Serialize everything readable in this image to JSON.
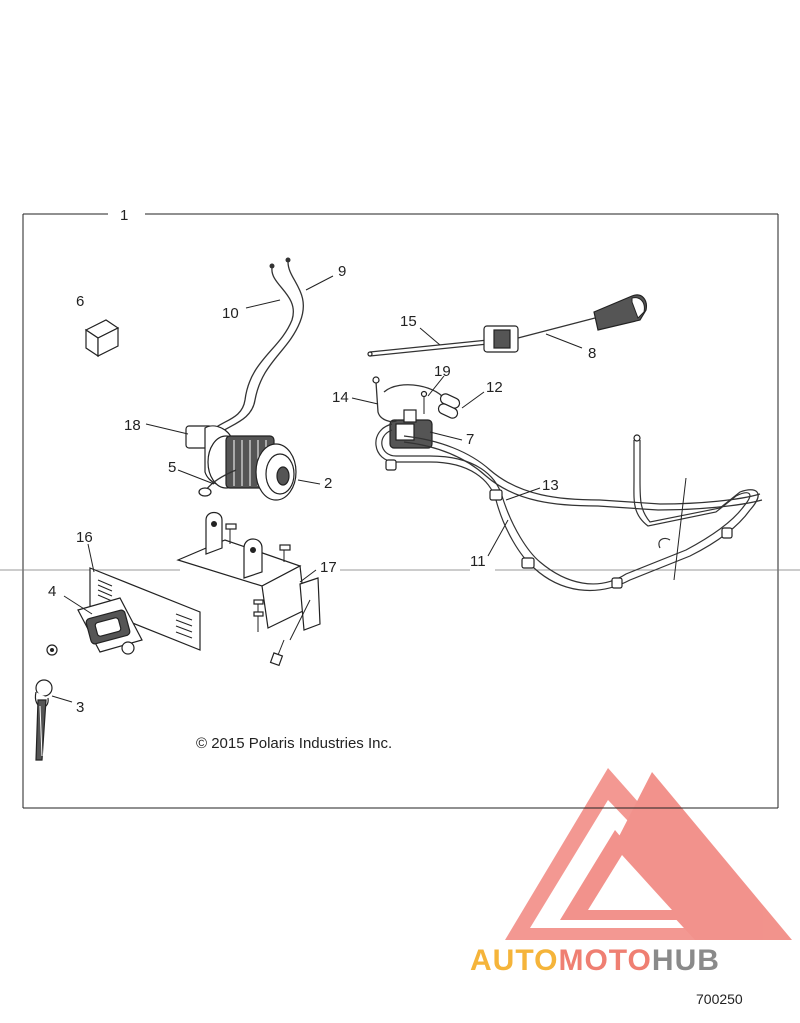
{
  "callouts": [
    {
      "id": "1",
      "label": "1"
    },
    {
      "id": "2",
      "label": "2"
    },
    {
      "id": "3",
      "label": "3"
    },
    {
      "id": "4",
      "label": "4"
    },
    {
      "id": "5",
      "label": "5"
    },
    {
      "id": "6",
      "label": "6"
    },
    {
      "id": "7",
      "label": "7"
    },
    {
      "id": "8",
      "label": "8"
    },
    {
      "id": "9",
      "label": "9"
    },
    {
      "id": "10",
      "label": "10"
    },
    {
      "id": "11",
      "label": "11"
    },
    {
      "id": "12",
      "label": "12"
    },
    {
      "id": "13",
      "label": "13"
    },
    {
      "id": "14",
      "label": "14"
    },
    {
      "id": "15",
      "label": "15"
    },
    {
      "id": "16",
      "label": "16"
    },
    {
      "id": "17",
      "label": "17"
    },
    {
      "id": "18",
      "label": "18"
    },
    {
      "id": "19",
      "label": "19"
    }
  ],
  "copyright": "© 2015 Polaris Industries Inc.",
  "figure_number": "700250",
  "watermark": {
    "brand_parts": [
      "AUTO",
      "MOTO",
      "HUB"
    ],
    "colors": {
      "auto": "#f5b43a",
      "moto": "#ef7f72",
      "hub": "#8a8a8a",
      "logo": "#f08078"
    }
  }
}
